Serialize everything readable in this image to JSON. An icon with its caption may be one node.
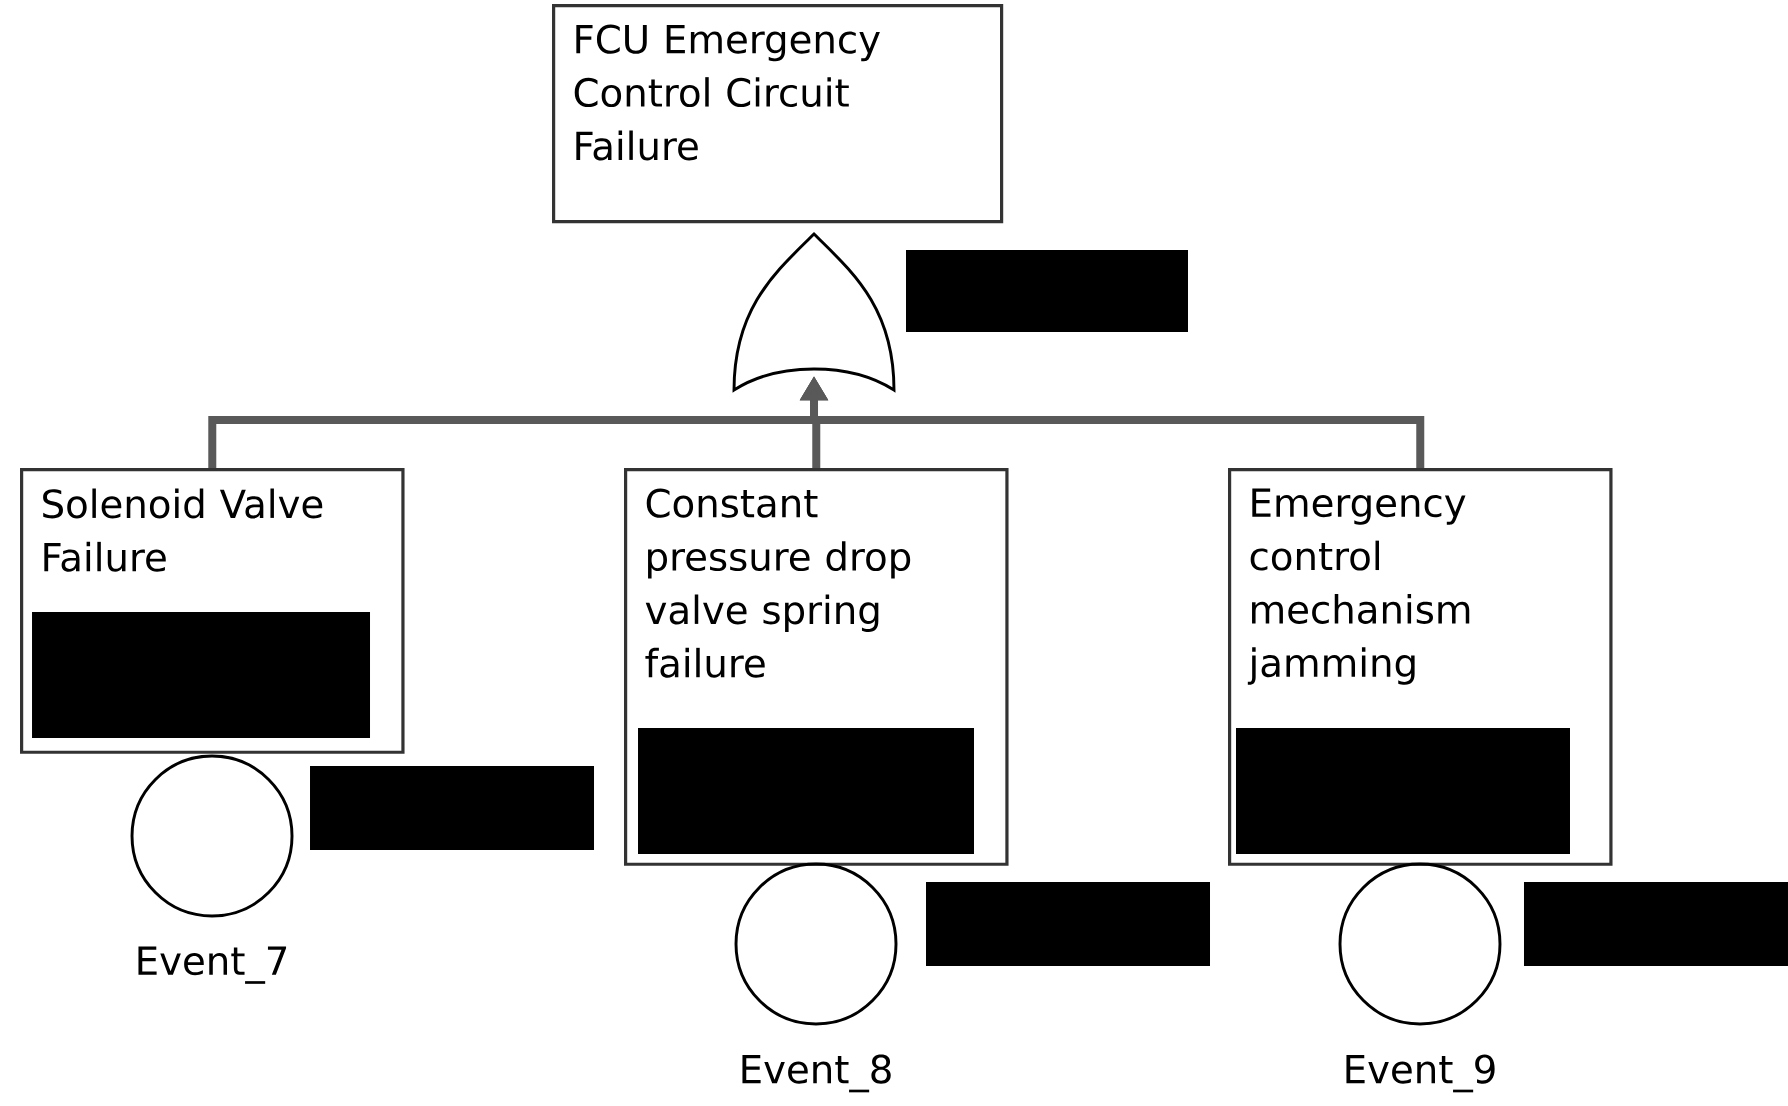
{
  "diagram": {
    "nodes": [
      {
        "text": [
          "FCU Emergency Control Circuit Failure"
        ]
      },
      {
        "text": [],
        "shape": "gate"
      },
      {
        "text": [
          "Solenoid Valve Failure"
        ]
      },
      {
        "text": [
          "Constant pressure drop valve spring failure"
        ]
      },
      {
        "text": [
          "Emergency control mechanism jamming"
        ]
      },
      {
        "text": [],
        "shape": "circle",
        "beside": [
          "Event_7"
        ]
      },
      {
        "text": [],
        "shape": "circle",
        "beside": [
          "Event_8"
        ]
      },
      {
        "text": [],
        "shape": "circle",
        "beside": [
          "Event_9"
        ]
      }
    ],
    "edges": [
      {
        "from": 2,
        "to": 1,
        "arrow": "to"
      },
      {
        "from": 3,
        "to": 1,
        "arrow": "to"
      },
      {
        "from": 4,
        "to": 1,
        "arrow": "to"
      }
    ]
  }
}
